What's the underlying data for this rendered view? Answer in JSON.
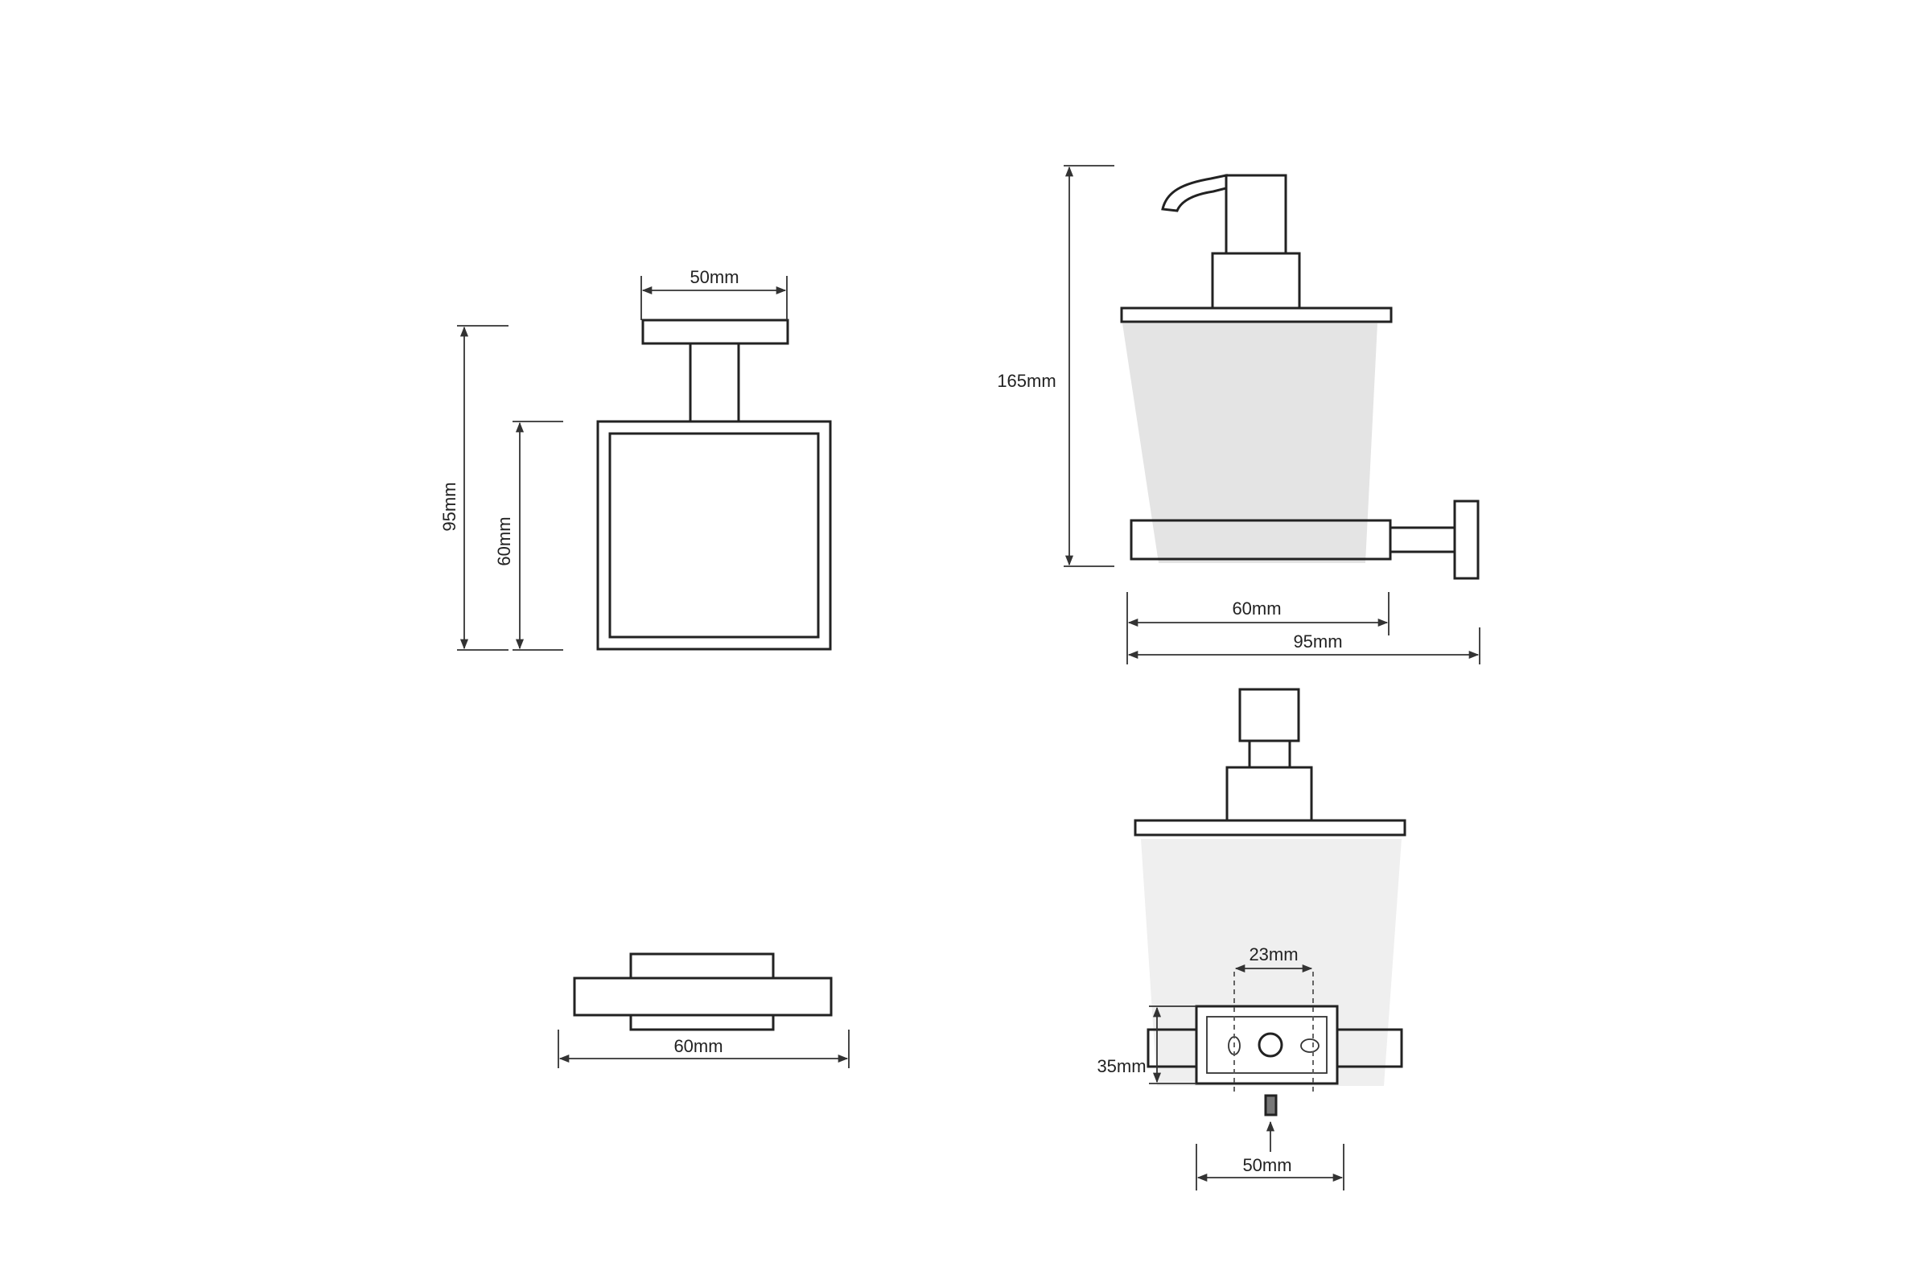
{
  "colors": {
    "line": "#222222",
    "glass_fill": "#e4e4e4",
    "background": "#ffffff"
  },
  "views": {
    "front": {
      "width_label": "50mm",
      "height_label": "95mm",
      "holder_height_label": "60mm"
    },
    "side": {
      "height_label": "165mm",
      "holder_depth_label": "60mm",
      "total_depth_label": "95mm"
    },
    "top": {
      "width_label": "60mm"
    },
    "bottom": {
      "hole_spacing_label": "23mm",
      "plate_height_label": "35mm",
      "plate_width_label": "50mm"
    }
  }
}
